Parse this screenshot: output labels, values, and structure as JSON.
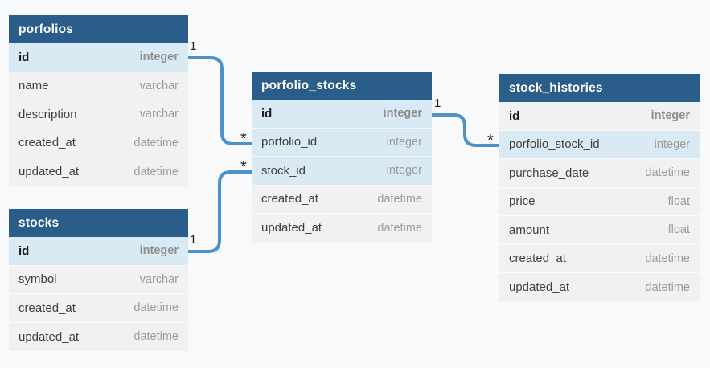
{
  "diagram": {
    "type": "entity-relationship",
    "colors": {
      "background": "#f8f9fa",
      "header_bg": "#2b5d8a",
      "header_text": "#ffffff",
      "key_row_bg": "#daeaf4",
      "row_bg": "#f1f1f2",
      "relationship_line": "#4d91c9",
      "field_text": "#3f3f3f",
      "type_text": "#9c9c9c"
    },
    "tables": [
      {
        "title": "porfolios",
        "fields": [
          {
            "name": "id",
            "type": "integer"
          },
          {
            "name": "name",
            "type": "varchar"
          },
          {
            "name": "description",
            "type": "varchar"
          },
          {
            "name": "created_at",
            "type": "datetime"
          },
          {
            "name": "updated_at",
            "type": "datetime"
          }
        ]
      },
      {
        "title": "stocks",
        "fields": [
          {
            "name": "id",
            "type": "integer"
          },
          {
            "name": "symbol",
            "type": "varchar"
          },
          {
            "name": "created_at",
            "type": "datetime"
          },
          {
            "name": "updated_at",
            "type": "datetime"
          }
        ]
      },
      {
        "title": "porfolio_stocks",
        "fields": [
          {
            "name": "id",
            "type": "integer"
          },
          {
            "name": "porfolio_id",
            "type": "integer"
          },
          {
            "name": "stock_id",
            "type": "integer"
          },
          {
            "name": "created_at",
            "type": "datetime"
          },
          {
            "name": "updated_at",
            "type": "datetime"
          }
        ]
      },
      {
        "title": "stock_histories",
        "fields": [
          {
            "name": "id",
            "type": "integer"
          },
          {
            "name": "porfolio_stock_id",
            "type": "integer"
          },
          {
            "name": "purchase_date",
            "type": "datetime"
          },
          {
            "name": "price",
            "type": "float"
          },
          {
            "name": "amount",
            "type": "float"
          },
          {
            "name": "created_at",
            "type": "datetime"
          },
          {
            "name": "updated_at",
            "type": "datetime"
          }
        ]
      }
    ],
    "relationships": [
      {
        "from": "porfolios.id",
        "to": "porfolio_stocks.porfolio_id",
        "from_cardinality": "1",
        "to_cardinality": "*"
      },
      {
        "from": "stocks.id",
        "to": "porfolio_stocks.stock_id",
        "from_cardinality": "1",
        "to_cardinality": "*"
      },
      {
        "from": "porfolio_stocks.id",
        "to": "stock_histories.porfolio_stock_id",
        "from_cardinality": "1",
        "to_cardinality": "*"
      }
    ]
  }
}
